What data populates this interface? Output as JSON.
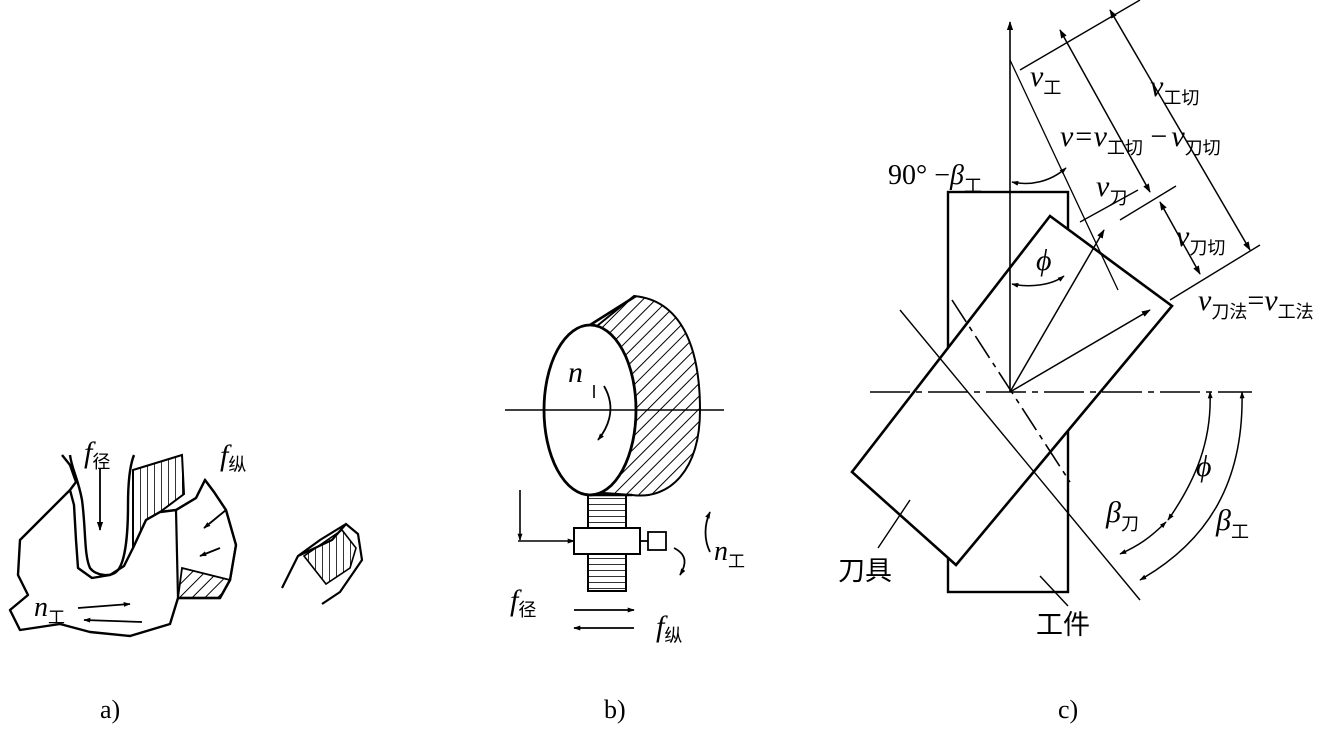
{
  "figure_a": {
    "caption": "a)",
    "f_radial": {
      "sym": "f",
      "sub": "径"
    },
    "f_axial": {
      "sym": "f",
      "sub": "纵"
    },
    "n_work": {
      "sym": "n",
      "sub": "工"
    }
  },
  "figure_b": {
    "caption": "b)",
    "n_tool": {
      "sym": "n"
    },
    "n_work": {
      "sym": "n",
      "sub": "工"
    },
    "f_radial": {
      "sym": "f",
      "sub": "径"
    },
    "f_axial": {
      "sym": "f",
      "sub": "纵"
    }
  },
  "figure_c": {
    "caption": "c)",
    "v_work": {
      "sym": "v",
      "sub": "工"
    },
    "v_work_cut": {
      "sym": "v",
      "sub": "工切"
    },
    "v_eq": {
      "lhs": "v=",
      "a": "v",
      "a_sub": "工切",
      "minus": " −",
      "b": "v",
      "b_sub": "刀切"
    },
    "angle_label": {
      "pre": "90° −",
      "sym": "β",
      "sub": "工"
    },
    "v_tool": {
      "sym": "v",
      "sub": "刀"
    },
    "v_tool_cut": {
      "sym": "v",
      "sub": "刀切"
    },
    "phi_top": "ϕ",
    "v_normal_eq": {
      "a": "v",
      "a_sub": "刀法",
      "eq": "=",
      "b": "v",
      "b_sub": "工法"
    },
    "phi_right": "ϕ",
    "beta_tool": {
      "sym": "β",
      "sub": "刀"
    },
    "beta_work": {
      "sym": "β",
      "sub": "工"
    },
    "tool_label": "刀具",
    "work_label": "工件"
  }
}
